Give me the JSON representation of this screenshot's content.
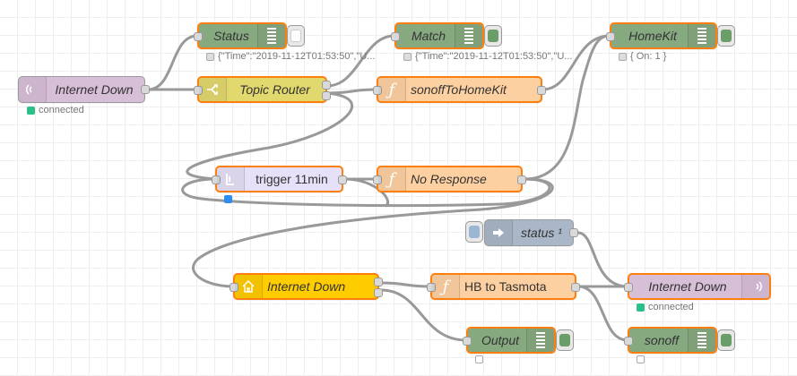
{
  "colors": {
    "debug": "#87a980",
    "mqtt": "#d8bfd8",
    "switch": "#e2d96e",
    "function": "#fdd0a2",
    "trigger": "#e6e0f8",
    "homekit": "#ffcc66",
    "link": "#a9b7c8",
    "wire": "#999999",
    "selected": "#ff7f0e",
    "status_connected": "#2bbf8a"
  },
  "nodes": {
    "mqtt_in_internet_down": {
      "label": "Internet Down",
      "icon": "bridge-icon",
      "status": "connected"
    },
    "status_debug": {
      "label": "Status",
      "icon": "list-icon",
      "status": "{\"Time\":\"2019-11-12T01:53:50\",\"U..."
    },
    "topic_router": {
      "label": "Topic Router",
      "icon": "switch-icon"
    },
    "match_debug": {
      "label": "Match",
      "icon": "list-icon",
      "status": "{\"Time\":\"2019-11-12T01:53:50\",\"U..."
    },
    "sonoff_to_homekit": {
      "label": "sonoffToHomeKit",
      "icon": "function-icon"
    },
    "homekit_debug": {
      "label": "HomeKit",
      "icon": "list-icon",
      "status": "{ On: 1 }"
    },
    "trigger_11min": {
      "label": "trigger 11min",
      "icon": "trigger-icon"
    },
    "no_response": {
      "label": "No Response",
      "icon": "function-icon"
    },
    "status_link": {
      "label": "status ¹",
      "icon": "link-arrow-icon"
    },
    "homekit_internet_down": {
      "label": "Internet Down",
      "icon": "home-icon"
    },
    "hb_to_tasmota": {
      "label": "HB to Tasmota",
      "icon": "function-icon"
    },
    "mqtt_out_internet_down": {
      "label": "Internet Down",
      "icon": "bridge-icon",
      "status": "connected"
    },
    "output_debug": {
      "label": "Output",
      "icon": "list-icon"
    },
    "sonoff_debug": {
      "label": "sonoff",
      "icon": "list-icon"
    }
  }
}
